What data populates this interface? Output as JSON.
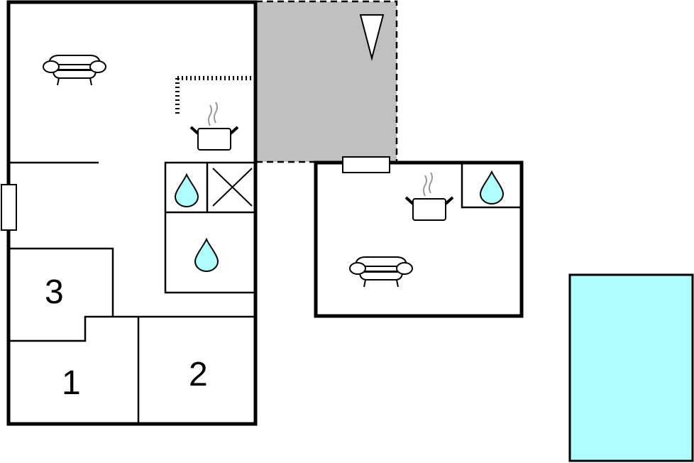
{
  "floorplan": {
    "colors": {
      "wall": "#000000",
      "terrace": "#c0c0c0",
      "water": "#b0ffff",
      "steam": "#999999",
      "background": "#ffffff"
    },
    "rooms": [
      {
        "id": "bedroom-1",
        "label": "1"
      },
      {
        "id": "bedroom-2",
        "label": "2"
      },
      {
        "id": "bedroom-3",
        "label": "3"
      }
    ],
    "icons": [
      "sofa-icon",
      "stove-pot-icon",
      "water-drop-icon",
      "cross-icon",
      "compass-north-icon"
    ],
    "areas": {
      "terrace": "terrace-area",
      "pool": "pool-area",
      "annex": "annex-building"
    }
  }
}
